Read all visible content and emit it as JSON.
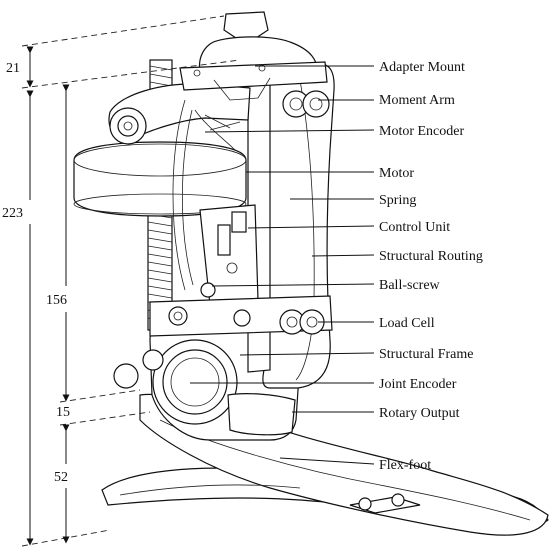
{
  "labels": [
    {
      "id": "adapter-mount",
      "text": "Adapter Mount"
    },
    {
      "id": "moment-arm",
      "text": "Moment Arm"
    },
    {
      "id": "motor-encoder",
      "text": "Motor Encoder"
    },
    {
      "id": "motor",
      "text": "Motor"
    },
    {
      "id": "spring",
      "text": "Spring"
    },
    {
      "id": "control-unit",
      "text": "Control Unit"
    },
    {
      "id": "structural-routing",
      "text": "Structural Routing"
    },
    {
      "id": "ball-screw",
      "text": "Ball-screw"
    },
    {
      "id": "load-cell",
      "text": "Load Cell"
    },
    {
      "id": "structural-frame",
      "text": "Structural Frame"
    },
    {
      "id": "joint-encoder",
      "text": "Joint Encoder"
    },
    {
      "id": "rotary-output",
      "text": "Rotary Output"
    },
    {
      "id": "flex-foot",
      "text": "Flex-foot"
    }
  ],
  "dimensions": {
    "adapter_height": "21",
    "total_height": "223",
    "actuator_height": "156",
    "gap_height": "15",
    "foot_height": "52"
  }
}
